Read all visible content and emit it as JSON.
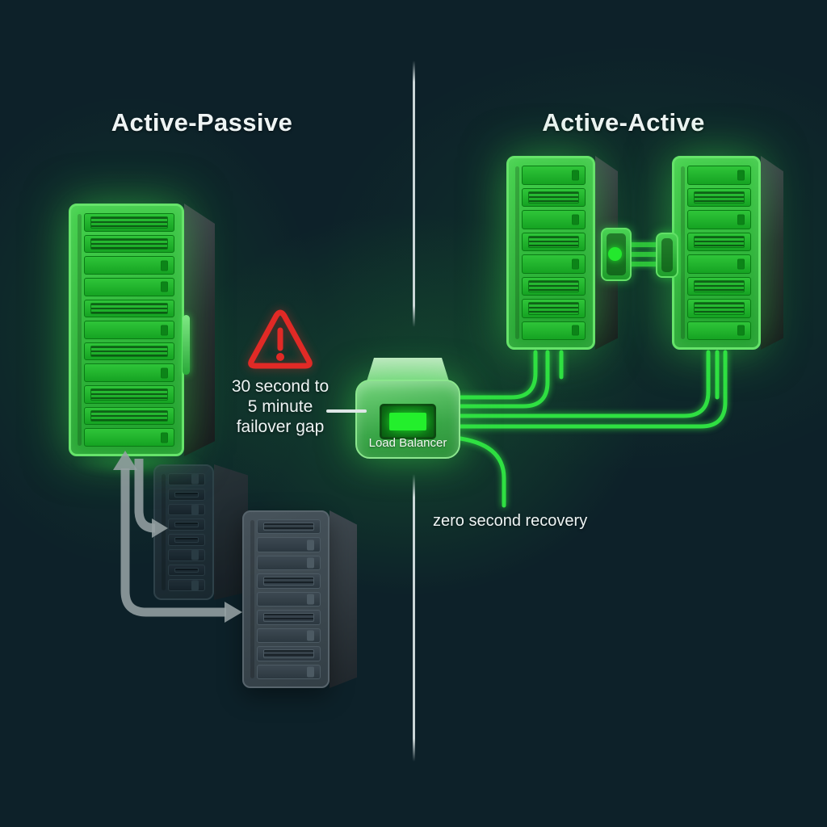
{
  "titles": {
    "left": "Active-Passive",
    "right": "Active-Active"
  },
  "load_balancer": {
    "label": "Load Balancer"
  },
  "warning": {
    "lines": [
      "30 second to",
      "5 minute",
      "failover gap"
    ]
  },
  "notes": {
    "recovery": "zero second recovery"
  },
  "colors": {
    "background": "#0d2129",
    "accent_green": "#2fe042",
    "warning_red": "#e12a26",
    "divider": "#dfe9ea",
    "arrow_gray": "#95a1a3",
    "text": "#eef4f4"
  }
}
